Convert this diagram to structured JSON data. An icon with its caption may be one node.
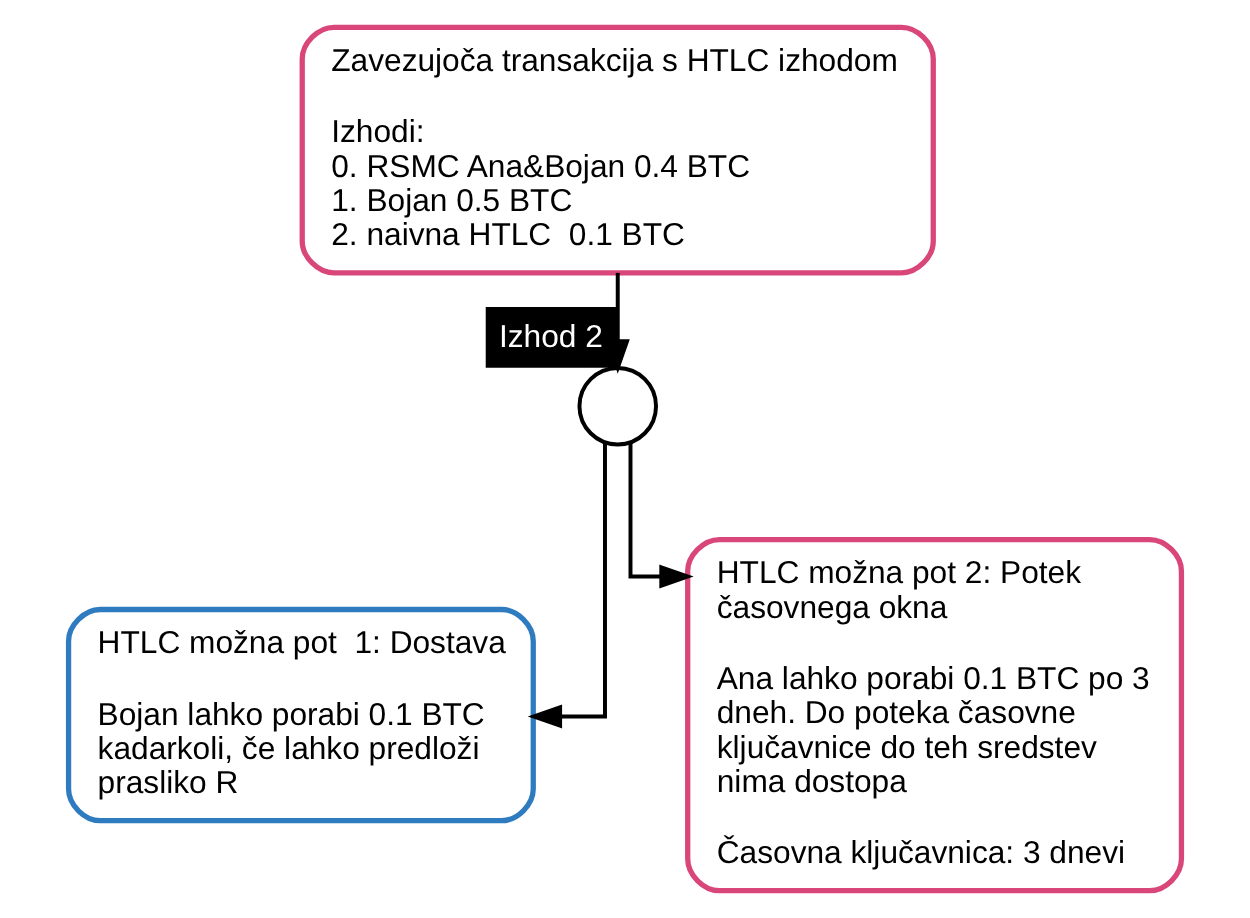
{
  "diagram": {
    "nodes": [
      {
        "text": [
          "Zavezujoča transakcija s HTLC izhodom",
          "Izhodi:",
          "0. RSMC Ana&Bojan 0.4 BTC",
          "1. Bojan 0.5 BTC",
          "2. naivna HTLC  0.1 BTC"
        ]
      },
      {
        "text": [],
        "shape": "circle"
      },
      {
        "text": [
          "HTLC možna pot  1: Dostava",
          "Bojan lahko porabi 0.1 BTC kadarkoli, če lahko predloži prasliko R"
        ]
      },
      {
        "text": [
          "HTLC možna pot 2: Potek časovnega okna",
          "Ana lahko porabi 0.1 BTC po 3 dneh. Do poteka časovne ključavnice do teh sredstev nima dostopa",
          "Časovna ključavnica: 3 dnevi"
        ]
      }
    ],
    "edges": [
      {
        "from": 0,
        "to": 1,
        "arrow": "to",
        "label": "Izhod 2"
      },
      {
        "from": 1,
        "to": 2,
        "arrow": "to"
      },
      {
        "from": 1,
        "to": 3,
        "arrow": "to"
      }
    ]
  }
}
